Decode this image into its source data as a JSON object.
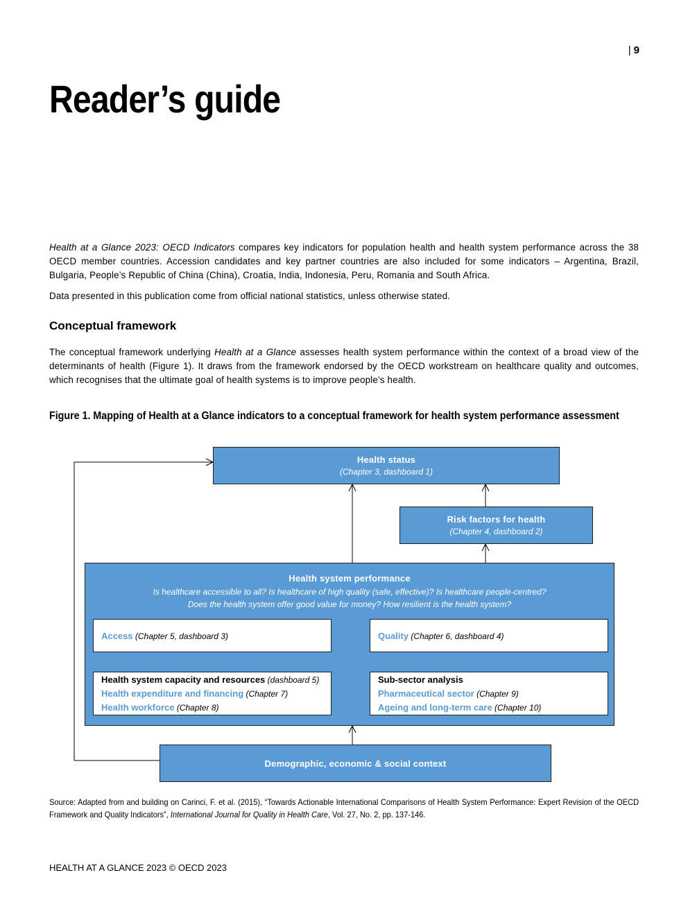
{
  "page_number": "9",
  "title": "Reader’s guide",
  "intro": {
    "italic": "Health at a Glance 2023: OECD Indicators",
    "rest": " compares key indicators for population health and health system performance across the 38 OECD member countries. Accession candidates and key partner countries are also included for some indicators – Argentina, Brazil, Bulgaria, People’s Republic of China (China), Croatia, India, Indonesia, Peru, Romania and South Africa."
  },
  "data_note": "Data presented in this publication come from official national statistics, unless otherwise stated.",
  "section_heading": "Conceptual framework",
  "framework_para": {
    "before": "The conceptual framework underlying ",
    "italic": "Health at a Glance",
    "after": " assesses health system performance within the context of a broad view of the determinants of health (Figure 1). It draws from the framework endorsed by the OECD workstream on healthcare quality and outcomes, which recognises that the ultimate goal of health systems is to improve people’s health."
  },
  "figure": {
    "title": "Figure 1. Mapping of Health at a Glance indicators to a conceptual framework for health system performance assessment",
    "health_status": {
      "title": "Health status",
      "sub": "(Chapter 3, dashboard 1)"
    },
    "risk_factors": {
      "title": "Risk factors for health",
      "sub": "(Chapter 4, dashboard 2)"
    },
    "performance": {
      "title": "Health system performance",
      "question1": "Is healthcare accessible to all? Is healthcare of high quality (safe, effective)? Is healthcare people-centred?",
      "question2": "Does the health system offer good value for money? How resilient is the health system?"
    },
    "access": {
      "label": "Access",
      "ref": " (Chapter 5, dashboard 3)"
    },
    "quality": {
      "label": "Quality",
      "ref": " (Chapter 6, dashboard 4)"
    },
    "capacity": {
      "heading": "Health system capacity and resources",
      "heading_ref": " (dashboard 5)",
      "item1": "Health expenditure and financing",
      "item1_ref": " (Chapter 7)",
      "item2": "Health workforce",
      "item2_ref": " (Chapter 8)"
    },
    "subsector": {
      "heading": "Sub-sector analysis",
      "item1": "Pharmaceutical sector",
      "item1_ref": " (Chapter 9)",
      "item2": "Ageing and long-term care",
      "item2_ref": " (Chapter 10)"
    },
    "demographic": {
      "title": "Demographic, economic & social context"
    },
    "colors": {
      "box_fill": "#5b9bd5",
      "link_text": "#5b9bd5"
    }
  },
  "source": {
    "before": "Source: Adapted from and building on Carinci, F. et al. (2015), “Towards Actionable International Comparisons of Health System Performance: Expert Revision of the OECD Framework and Quality Indicators”, ",
    "italic": "International Journal for Quality in Health Care",
    "after": ", Vol. 27, No. 2, pp. 137-146."
  },
  "footer": "HEALTH AT A GLANCE 2023 © OECD 2023"
}
